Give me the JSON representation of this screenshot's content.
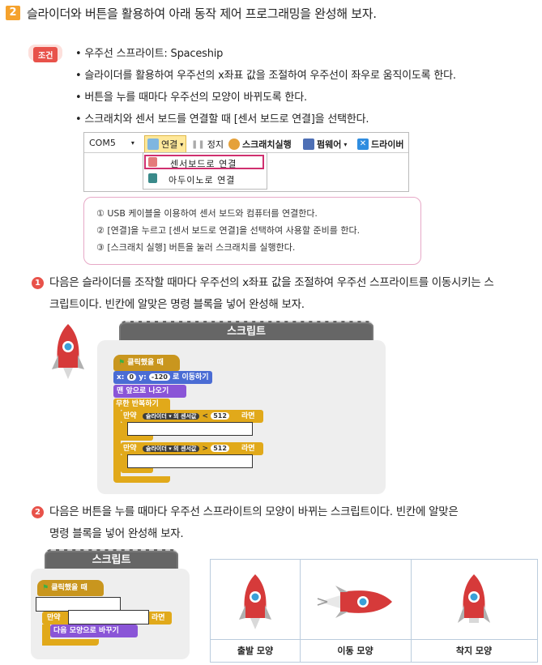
{
  "header": {
    "number": "2",
    "title": "슬라이더와 버튼을 활용하여 아래 동작 제어 프로그래밍을 완성해 보자."
  },
  "conditions": {
    "badge": "조건",
    "items": [
      "• 우주선 스프라이트: Spaceship",
      "• 슬라이더를 활용하여 우주선의 x좌표 값을 조절하여 우주선이 좌우로 움직이도록 한다.",
      "• 버튼을 누를 때마다 우주선의 모양이 바뀌도록 한다.",
      "• 스크래치와 센서 보드를 연결할 때 [센서 보드로 연결]을 선택한다."
    ]
  },
  "toolbar": {
    "port": "COM5",
    "connect": "연결",
    "stop": "정지",
    "run_scratch": "스크래치실행",
    "firmware": "펌웨어",
    "driver": "드라이버",
    "menu_items": [
      "센서보드로 연결",
      "아두이노로 연결"
    ]
  },
  "steps": [
    "① USB 케이블을 이용하여 센서 보드와 컴퓨터를 연결한다.",
    "② [연결]을 누르고 [센서 보드로 연결]을 선택하여 사용할 준비를 한다.",
    "③ [스크래치 실행] 버튼을 눌러 스크래치를 실행한다."
  ],
  "q1": {
    "num": "1",
    "line1": "다음은 슬라이더를 조작할 때마다 우주선의 x좌표 값을 조절하여 우주선 스프라이트를 이동시키는 스",
    "line2": "크립트이다. 빈칸에 알맞은 명령 블록을 넣어 완성해 보자.",
    "script_title": "스크립트",
    "blocks": {
      "hat": "클릭했을 때",
      "goto_x": "x:",
      "x_val": "0",
      "goto_y": "y:",
      "y_val": "-120",
      "goto_tail": "로 이동하기",
      "front": "맨 앞으로 나오기",
      "forever": "무한 반복하기",
      "if1": "만약",
      "sensor1": "슬라이더 ▾ 의 센서값",
      "op1": "<",
      "val1": "512",
      "then1": "라면",
      "if2": "만약",
      "sensor2": "슬라이더 ▾ 의 센서값",
      "op2": ">",
      "val2": "512",
      "then2": "라면"
    }
  },
  "q2": {
    "num": "2",
    "line1": "다음은 버튼을 누를 때마다 우주선 스프라이트의 모양이 바뀌는 스크립트이다. 빈칸에 알맞은",
    "line2": "명령 블록을 넣어 완성해 보자.",
    "script_title": "스크립트",
    "blocks": {
      "hat": "클릭했을 때",
      "if": "만약",
      "then": "라면",
      "next_costume": "다음 모양으로 바꾸기"
    },
    "costumes": [
      "출발 모양",
      "이동 모양",
      "착지 모양"
    ]
  }
}
